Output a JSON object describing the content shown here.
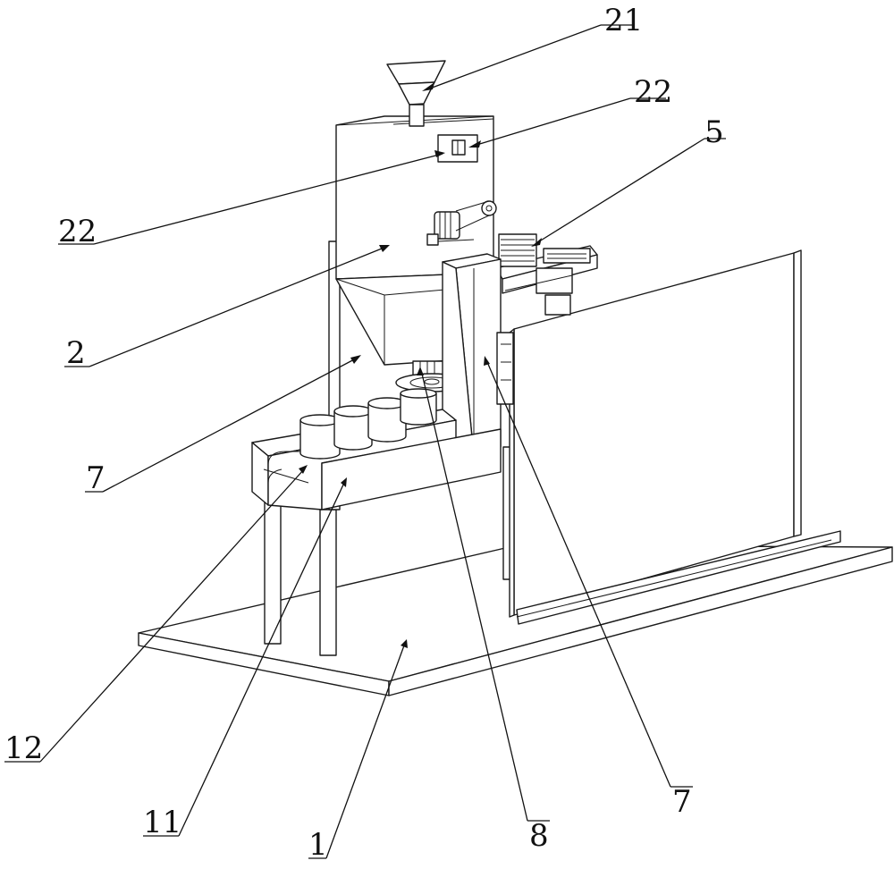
{
  "figure": {
    "callouts": [
      {
        "id": "c21",
        "number": "21"
      },
      {
        "id": "c22a",
        "number": "22"
      },
      {
        "id": "c5",
        "number": "5"
      },
      {
        "id": "c22b",
        "number": "22"
      },
      {
        "id": "c2",
        "number": "2"
      },
      {
        "id": "c7a",
        "number": "7"
      },
      {
        "id": "c12",
        "number": "12"
      },
      {
        "id": "c11",
        "number": "11"
      },
      {
        "id": "c1",
        "number": "1"
      },
      {
        "id": "c8",
        "number": "8"
      },
      {
        "id": "c7b",
        "number": "7"
      }
    ]
  }
}
